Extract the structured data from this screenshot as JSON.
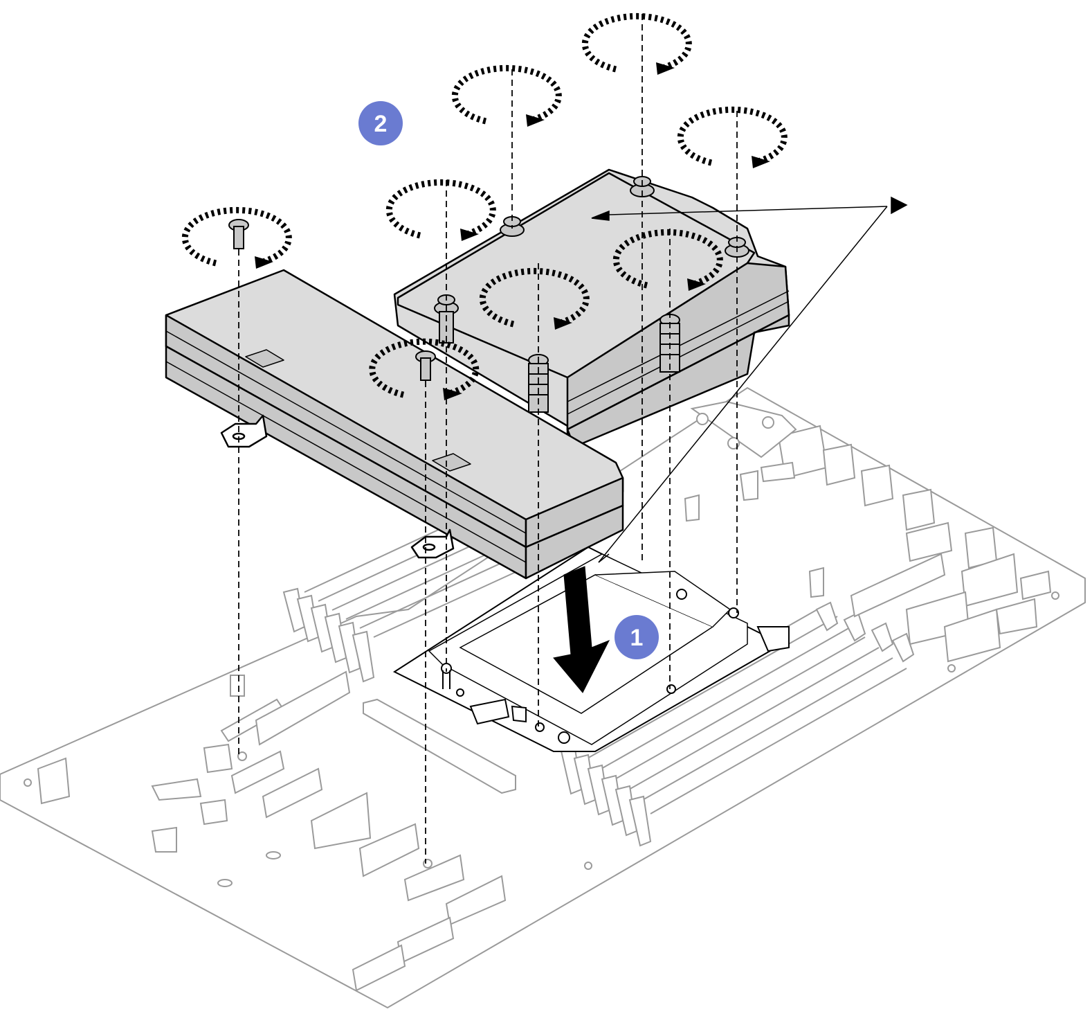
{
  "steps": [
    {
      "number": "1",
      "action": "lower-heat-sink-onto-processor"
    },
    {
      "number": "2",
      "action": "tighten-captive-screws-in-sequence"
    }
  ],
  "colors": {
    "badge": "#6a7bd1",
    "heatsink_fill": "#dcdcdc",
    "line": "#000000",
    "board_line": "#9a9a9a"
  }
}
